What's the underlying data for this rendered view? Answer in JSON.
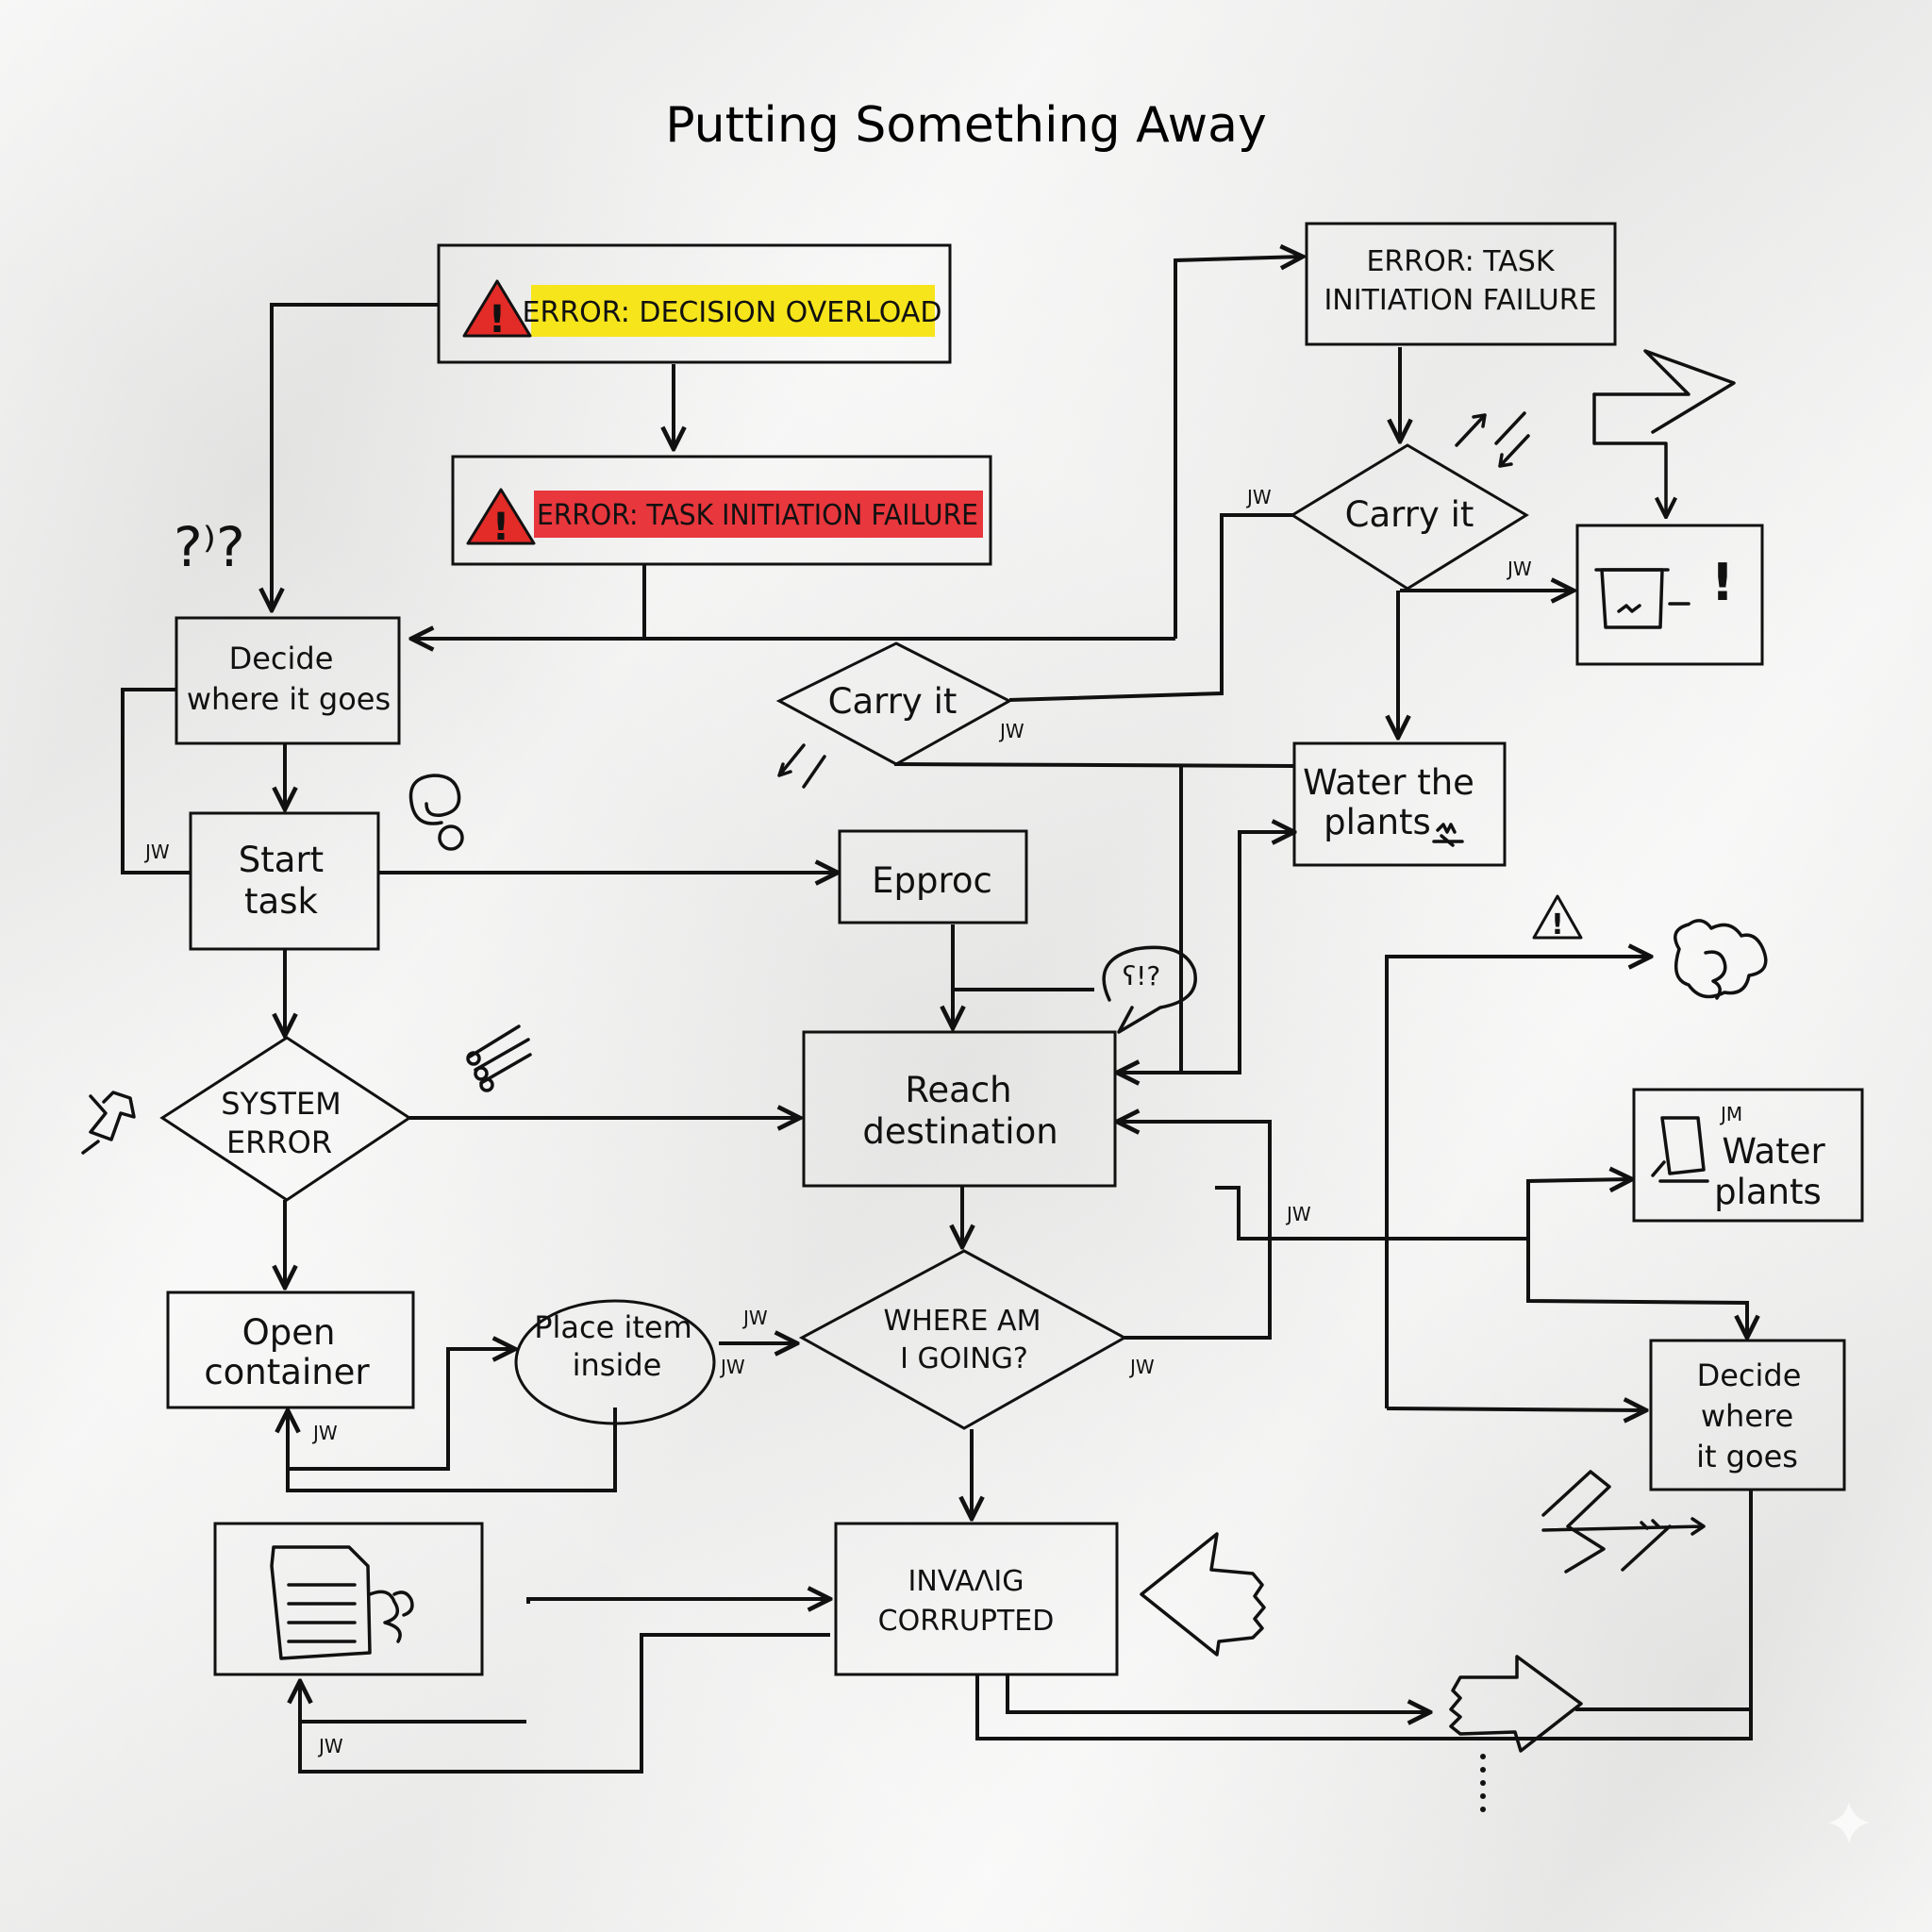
{
  "title": "Putting Something Away",
  "nodes": {
    "error_decision_overload": "ERROR: DECISION OVERLOAD",
    "error_task_initiation_red": "ERROR: TASK INITIATION FAILURE",
    "error_task_initiation_box": [
      "ERROR: TASK",
      "INITIATION FAILURE"
    ],
    "carry_it_upper": "Carry it",
    "carry_it_lower": "Carry it",
    "decide_where_left": [
      "Decide",
      "where it goes"
    ],
    "start_task": [
      "Start",
      "task"
    ],
    "epproc": "Epproc",
    "water_the_plants": [
      "Water the",
      "plants"
    ],
    "reach_destination": [
      "Reach",
      "destination"
    ],
    "system_error": [
      "SYSTEM",
      "ERROR"
    ],
    "water_plants_right": [
      "Water",
      "plants"
    ],
    "open_container": [
      "Open",
      "container"
    ],
    "place_item_inside": [
      "Place item",
      "inside"
    ],
    "where_am_i_going": [
      "WHERE AM",
      "I GOING?"
    ],
    "decide_where_right": [
      "Decide",
      "where",
      "it goes"
    ],
    "invalid_corrupted": [
      "INVAꓥIG",
      "CORRUPTED"
    ]
  },
  "edge_tags": {
    "tag_carry_upper_left": "JW",
    "tag_carry_upper_right": "JW",
    "tag_carry_lower": "JW",
    "tag_start_task": "JW",
    "tag_water_plants_right": "JM",
    "tag_mid_right": "JW",
    "tag_place_top": "JW",
    "tag_place_bottom": "JW",
    "tag_where_right": "JW",
    "tag_open_container": "JW",
    "tag_bottom_left": "JW"
  },
  "doodles": {
    "speech_bubble": "ʕ!?",
    "question_marks": "?⁾?"
  },
  "colors": {
    "paper": "#efefee",
    "ink": "#111111",
    "highlight_yellow": "#f7e51c",
    "highlight_red": "#e8373d",
    "warning_red": "#e32b27"
  },
  "icons": [
    "warning-triangle-icon",
    "spiral-icon",
    "pin-icon",
    "trophy-icon",
    "hand-icon",
    "filing-cabinet-icon",
    "pointing-arrow-icon",
    "puzzle-icon",
    "bin-icon",
    "scribble-icon"
  ]
}
